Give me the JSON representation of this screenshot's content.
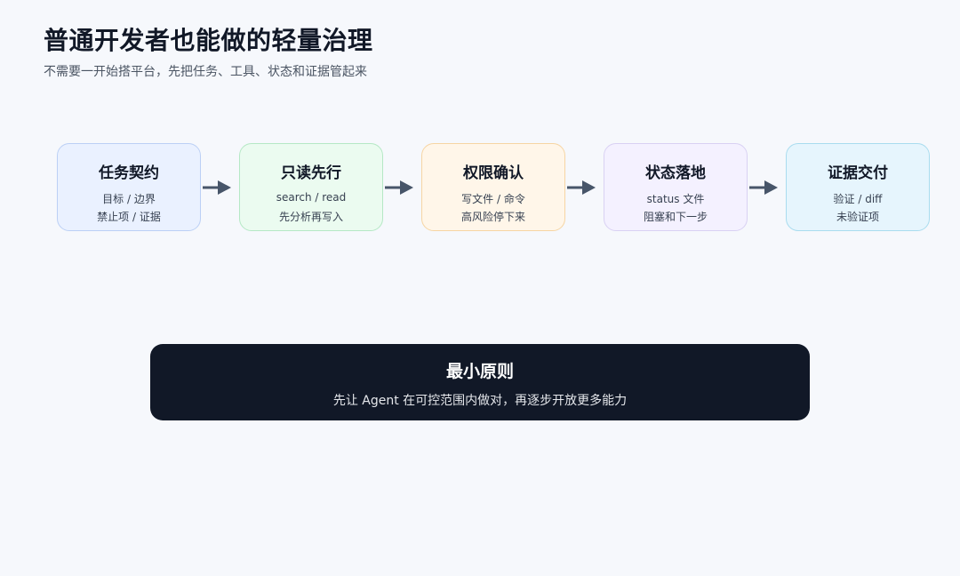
{
  "title": "普通开发者也能做的轻量治理",
  "subtitle": "不需要一开始搭平台，先把任务、工具、状态和证据管起来",
  "steps": [
    {
      "title": "任务契约",
      "line1": "目标 / 边界",
      "line2": "禁止项 / 证据",
      "bg": "#eaf1ff",
      "border": "#bcd0f5"
    },
    {
      "title": "只读先行",
      "line1": "search / read",
      "line2": "先分析再写入",
      "bg": "#ebfbf0",
      "border": "#b5e8c5"
    },
    {
      "title": "权限确认",
      "line1": "写文件 / 命令",
      "line2": "高风险停下来",
      "bg": "#fff6e9",
      "border": "#f6d5a3"
    },
    {
      "title": "状态落地",
      "line1": "status 文件",
      "line2": "阻塞和下一步",
      "bg": "#f4f1ff",
      "border": "#d9d1f3"
    },
    {
      "title": "证据交付",
      "line1": "验证 / diff",
      "line2": "未验证项",
      "bg": "#e6f5fd",
      "border": "#a9dcef"
    }
  ],
  "arrow_icon": "right-arrow-icon",
  "arrow_color": "#475569",
  "principle": {
    "title": "最小原则",
    "text": "先让 Agent 在可控范围内做对，再逐步开放更多能力"
  }
}
